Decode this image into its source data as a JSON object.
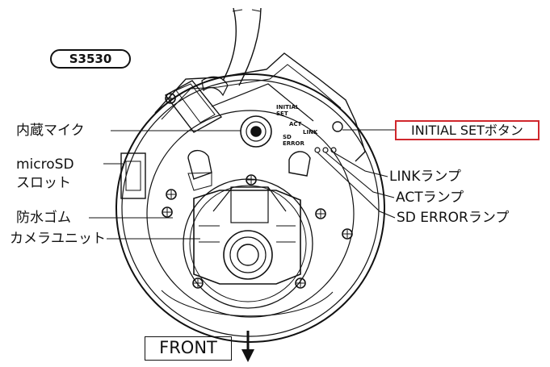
{
  "model_label": "S3530",
  "callouts": {
    "mic": "内蔵マイク",
    "microsd_line1": "microSD",
    "microsd_line2": "スロット",
    "gasket": "防水ゴム",
    "camera_unit": "カメラユニット",
    "initial_set_button": "INITIAL SETボタン",
    "link_lamp": "LINKランプ",
    "act_lamp": "ACTランプ",
    "sd_error_lamp": "SD ERRORランプ"
  },
  "board_marks": {
    "initial": "INITIAL",
    "set": "SET",
    "act": "ACT",
    "link": "LINK",
    "sd": "SD",
    "error": "ERROR"
  },
  "direction_label": "FRONT",
  "colors": {
    "line": "#111111",
    "highlight_box": "#d0272d"
  }
}
